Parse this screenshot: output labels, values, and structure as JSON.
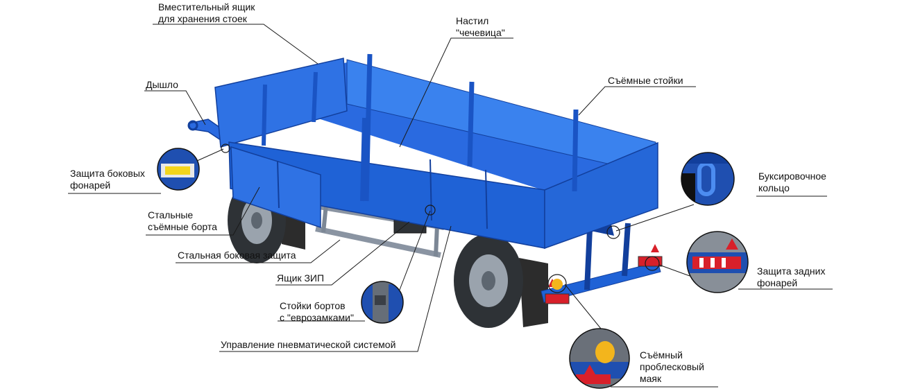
{
  "labels": {
    "box": [
      "Вместительный ящик",
      "для хранения стоек"
    ],
    "floor": [
      "Настил",
      "\"чечевица\""
    ],
    "drawbar": [
      "Дышло"
    ],
    "stakes": [
      "Съёмные стойки"
    ],
    "side_lights": [
      "Защита боковых",
      "фонарей"
    ],
    "tow_ring": [
      "Буксировочное",
      "кольцо"
    ],
    "sides": [
      "Стальные",
      "съёмные борта"
    ],
    "side_guard": [
      "Стальная боковая защита"
    ],
    "rear_lights": [
      "Защита задних",
      "фонарей"
    ],
    "zip_box": [
      "Ящик ЗИП"
    ],
    "side_posts": [
      "Стойки бортов",
      "с \"еврозамками\""
    ],
    "pneumatic": [
      "Управление пневматической системой"
    ],
    "beacon": [
      "Съёмный",
      "проблесковый",
      "маяк"
    ]
  },
  "colors": {
    "body_blue": "#1f62d6",
    "body_dark": "#123f9c",
    "body_light": "#3a82ee",
    "frame": "#7c8795",
    "tyre": "#2e3236",
    "leader": "#1a1a1a",
    "light_red": "#d8202a",
    "beacon_yellow": "#f3b51c"
  }
}
